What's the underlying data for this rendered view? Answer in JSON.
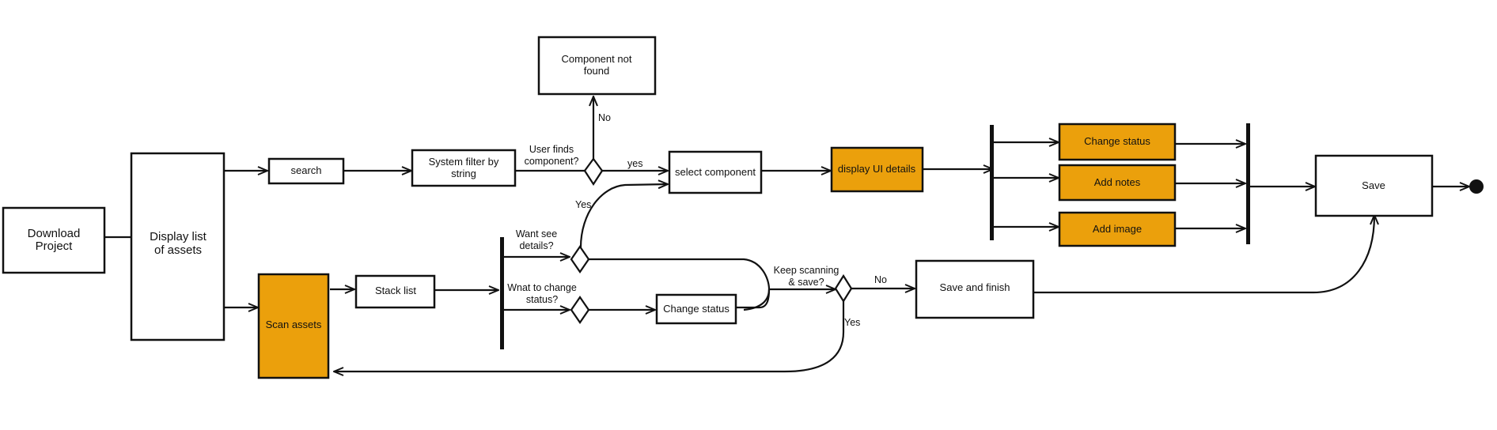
{
  "colors": {
    "accent": "#EBA00C",
    "box": "#FFFFFF",
    "stroke": "#111111"
  },
  "nodes": {
    "download_project": [
      "Download",
      "Project"
    ],
    "display_list": [
      "Display list",
      "of assets"
    ],
    "search": [
      "search"
    ],
    "system_filter": [
      "System filter by",
      "string"
    ],
    "component_not_found": [
      "Component not",
      "found"
    ],
    "select_component": [
      "select component"
    ],
    "display_ui_details": [
      "display UI details"
    ],
    "change_status_top": [
      "Change status"
    ],
    "add_notes": [
      "Add notes"
    ],
    "add_image": [
      "Add image"
    ],
    "save": [
      "Save"
    ],
    "scan_assets": [
      "Scan assets"
    ],
    "stack_list": [
      "Stack list"
    ],
    "change_status_bottom": [
      "Change status"
    ],
    "save_and_finish": [
      "Save and finish"
    ]
  },
  "decisions": {
    "user_finds_component": [
      "User finds",
      "component?"
    ],
    "want_see_details": [
      "Want see",
      "details?"
    ],
    "what_to_change_status": [
      "Wnat to change",
      "status?"
    ],
    "keep_scanning": [
      "Keep scanning",
      "& save?"
    ]
  },
  "edge_labels": {
    "no_top": "No",
    "yes_top": "yes",
    "yes_details": "Yes",
    "no_keep": "No",
    "yes_keep": "Yes"
  }
}
